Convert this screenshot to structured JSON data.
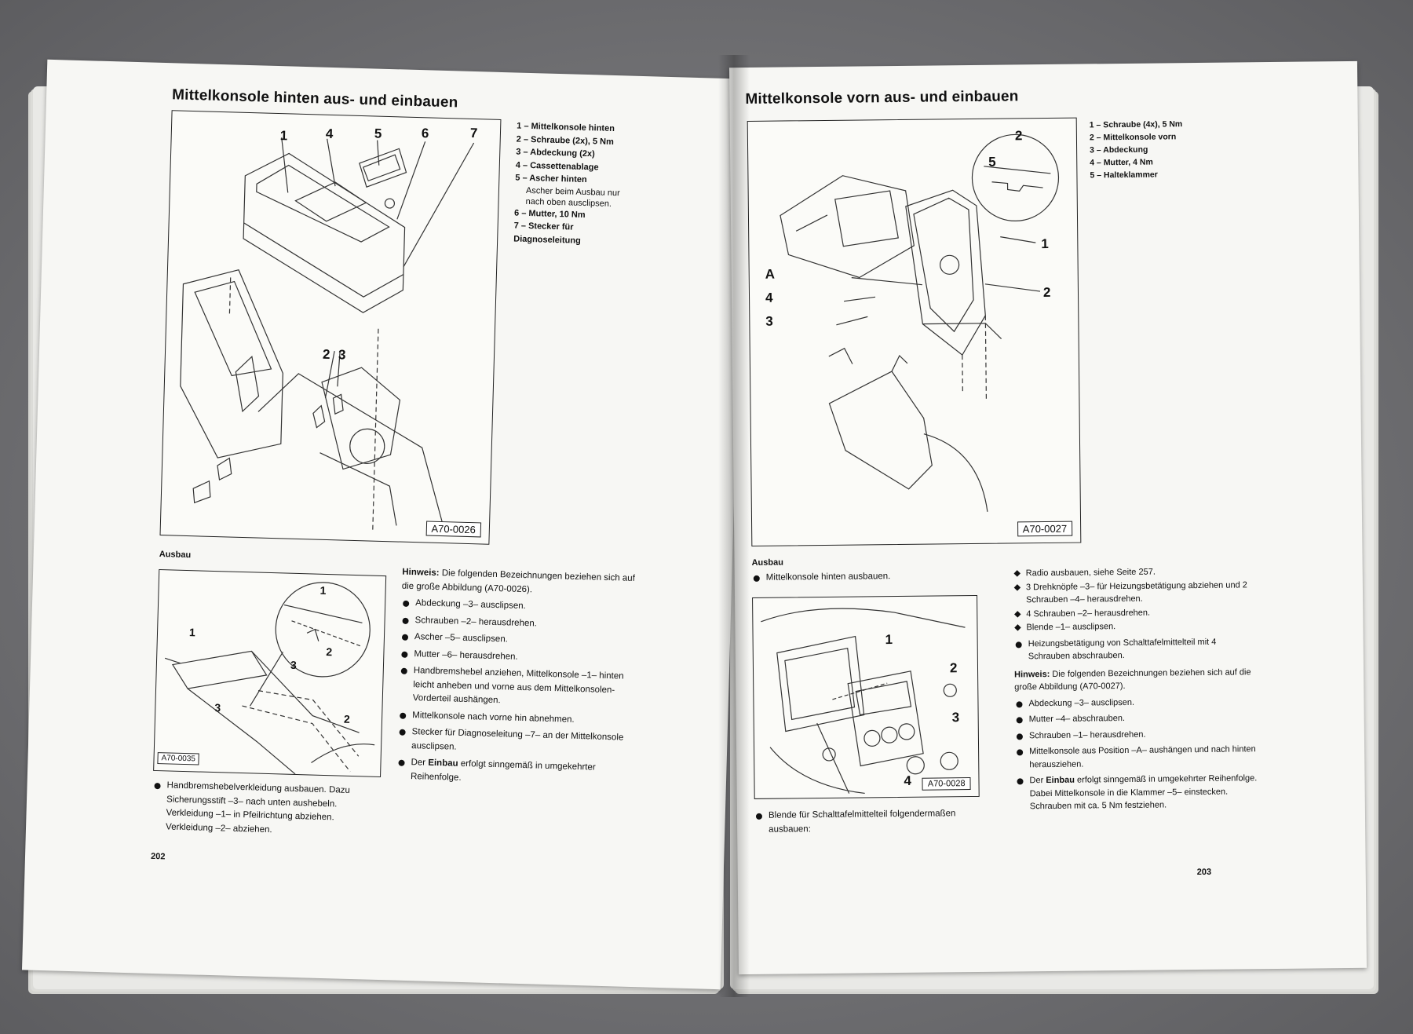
{
  "left": {
    "title": "Mittelkonsole hinten aus- und einbauen",
    "legend": [
      {
        "text": "1 – Mittelkonsole hinten"
      },
      {
        "text": "2 – Schraube (2x), 5 Nm"
      },
      {
        "text": "3 – Abdeckung (2x)"
      },
      {
        "text": "4 – Cassettenablage"
      },
      {
        "text": "5 – Ascher hinten",
        "note": "Ascher beim Ausbau nur nach oben ausclipsen."
      },
      {
        "text": "6 – Mutter, 10 Nm"
      },
      {
        "text": "7 – Stecker für Diagnoseleitung"
      }
    ],
    "main_figure": {
      "id": "A70-0026",
      "callouts": [
        "1",
        "4",
        "5",
        "6",
        "7",
        "2",
        "3"
      ]
    },
    "section_label": "Ausbau",
    "small_figure": {
      "id": "A70-0035",
      "callouts": [
        "1",
        "1",
        "2",
        "3",
        "3",
        "2"
      ]
    },
    "hinweis_label": "Hinweis:",
    "hinweis_text": "Die folgenden Bezeichnungen beziehen sich auf die große Abbildung (A70-0026).",
    "steps": [
      "Abdeckung –3– ausclipsen.",
      "Schrauben –2– herausdrehen.",
      "Ascher –5– ausclipsen.",
      "Mutter –6– herausdrehen.",
      "Handbremshebel anziehen, Mittelkonsole –1– hinten leicht anheben und vorne aus dem Mittelkonsolen-Vorderteil aushängen.",
      "Mittelkonsole nach vorne hin abnehmen.",
      "Stecker für Diagnoseleitung –7– an der Mittelkonsole ausclipsen."
    ],
    "einbau_prefix": "Der ",
    "einbau_bold": "Einbau",
    "einbau_rest": " erfolgt sinngemäß in umgekehrter Reihenfolge.",
    "bottom_step": "Handbremshebelverkleidung ausbauen. Dazu Sicherungsstift –3– nach unten aushebeln. Verkleidung –1– in Pfeilrichtung abziehen. Verkleidung –2– abziehen.",
    "page_number": "202"
  },
  "right": {
    "title": "Mittelkonsole vorn aus- und einbauen",
    "legend": [
      {
        "text": "1 – Schraube (4x), 5 Nm"
      },
      {
        "text": "2 – Mittelkonsole vorn"
      },
      {
        "text": "3 – Abdeckung"
      },
      {
        "text": "4 – Mutter, 4 Nm"
      },
      {
        "text": "5 – Halteklammer"
      }
    ],
    "main_figure": {
      "id": "A70-0027",
      "callouts": [
        "2",
        "5",
        "1",
        "A",
        "4",
        "3",
        "2"
      ]
    },
    "section_label": "Ausbau",
    "first_step": "Mittelkonsole hinten ausbauen.",
    "small_figure": {
      "id": "A70-0028",
      "callouts": [
        "1",
        "2",
        "3",
        "4"
      ]
    },
    "bottom_step": "Blende für Schalttafelmittelteil folgendermaßen ausbauen:",
    "sub_steps": [
      "Radio ausbauen, siehe Seite 257.",
      "3 Drehknöpfe –3– für Heizungsbetätigung abziehen und 2 Schrauben –4– herausdrehen.",
      "4 Schrauben –2– herausdrehen.",
      "Blende –1– ausclipsen."
    ],
    "step_heizung": "Heizungsbetätigung von Schalttafelmittelteil mit 4 Schrauben abschrauben.",
    "hinweis_label": "Hinweis:",
    "hinweis_text": "Die folgenden Bezeichnungen beziehen sich auf die große Abbildung (A70-0027).",
    "steps": [
      "Abdeckung –3– ausclipsen.",
      "Mutter –4– abschrauben.",
      "Schrauben –1– herausdrehen.",
      "Mittelkonsole aus Position –A– aushängen und nach hinten herausziehen."
    ],
    "einbau_prefix": "Der ",
    "einbau_bold": "Einbau",
    "einbau_rest": " erfolgt sinngemäß in umgekehrter Reihenfolge. Dabei Mittelkonsole in die Klammer –5– einstecken. Schrauben mit ca. 5 Nm festziehen.",
    "page_number": "203"
  }
}
